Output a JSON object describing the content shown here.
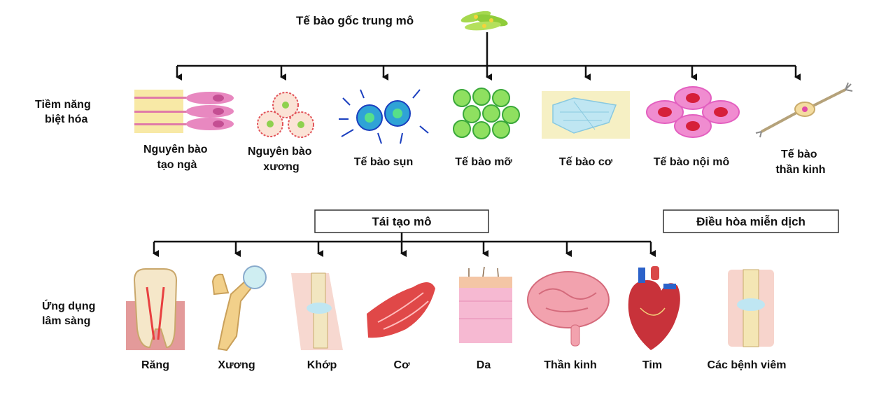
{
  "title": "Tế bào gốc trung mô",
  "row_labels": {
    "differentiation": [
      "Tiềm năng",
      "biệt hóa"
    ],
    "clinical": [
      "Ứng dụng",
      "lâm sàng"
    ]
  },
  "cell_types": [
    {
      "lines": [
        "Nguyên bào",
        "tạo ngà"
      ],
      "icon": "fibroblast-cells-icon"
    },
    {
      "lines": [
        "Nguyên bào",
        "xương"
      ],
      "icon": "osteoblast-cells-icon"
    },
    {
      "lines": [
        "Tế bào sụn"
      ],
      "icon": "chondrocyte-cells-icon"
    },
    {
      "lines": [
        "Tế bào mỡ"
      ],
      "icon": "adipocyte-cells-icon"
    },
    {
      "lines": [
        "Tế bào cơ"
      ],
      "icon": "muscle-cells-icon"
    },
    {
      "lines": [
        "Tế bào nội mô"
      ],
      "icon": "endothelial-cells-icon"
    },
    {
      "lines": [
        "Tế bào",
        "thần kinh"
      ],
      "icon": "neuron-icon"
    }
  ],
  "boxes": {
    "regeneration": "Tái tạo mô",
    "immune": "Điều hòa miễn dịch"
  },
  "applications": [
    {
      "label": "Răng",
      "icon": "tooth-icon"
    },
    {
      "label": "Xương",
      "icon": "bone-icon"
    },
    {
      "label": "Khớp",
      "icon": "knee-joint-icon"
    },
    {
      "label": "Cơ",
      "icon": "muscle-icon"
    },
    {
      "label": "Da",
      "icon": "skin-icon"
    },
    {
      "label": "Thần kinh",
      "icon": "brain-icon"
    },
    {
      "label": "Tim",
      "icon": "heart-icon"
    },
    {
      "label": "Các bệnh viêm",
      "icon": "inflamed-joint-icon"
    }
  ]
}
